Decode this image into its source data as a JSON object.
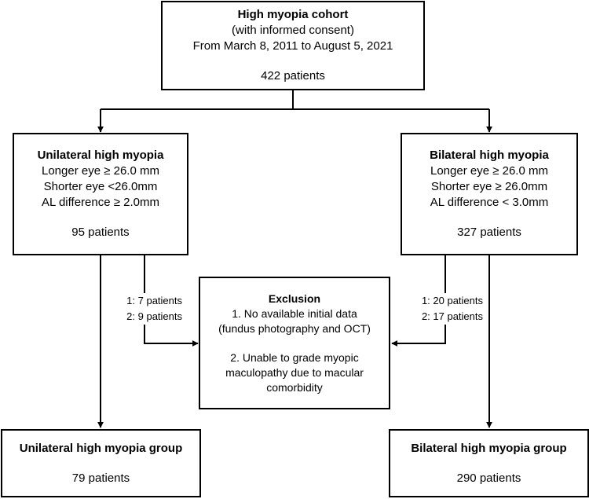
{
  "cohort": {
    "title": "High myopia cohort",
    "consent": "(with informed consent)",
    "period": "From March 8, 2011 to August 5, 2021",
    "count": "422 patients"
  },
  "unilateral": {
    "title": "Unilateral high myopia",
    "line1": "Longer eye ≥ 26.0 mm",
    "line2": "Shorter eye <26.0mm",
    "line3": "AL difference ≥ 2.0mm",
    "count": "95 patients"
  },
  "bilateral": {
    "title": "Bilateral high myopia",
    "line1": "Longer eye ≥ 26.0 mm",
    "line2": "Shorter eye ≥ 26.0mm",
    "line3": "AL difference < 3.0mm",
    "count": "327 patients"
  },
  "exclusion": {
    "title": "Exclusion",
    "reason1_a": "1. No available initial data",
    "reason1_b": "(fundus photography and OCT)",
    "reason2_a": "2. Unable to grade myopic",
    "reason2_b": "maculopathy due to macular",
    "reason2_c": "comorbidity"
  },
  "left_excluded": {
    "r1": "1: 7 patients",
    "r2": "2: 9 patients"
  },
  "right_excluded": {
    "r1": "1: 20 patients",
    "r2": "2: 17 patients"
  },
  "unilateral_group": {
    "title": "Unilateral high myopia group",
    "count": "79 patients"
  },
  "bilateral_group": {
    "title": "Bilateral high myopia group",
    "count": "290 patients"
  }
}
